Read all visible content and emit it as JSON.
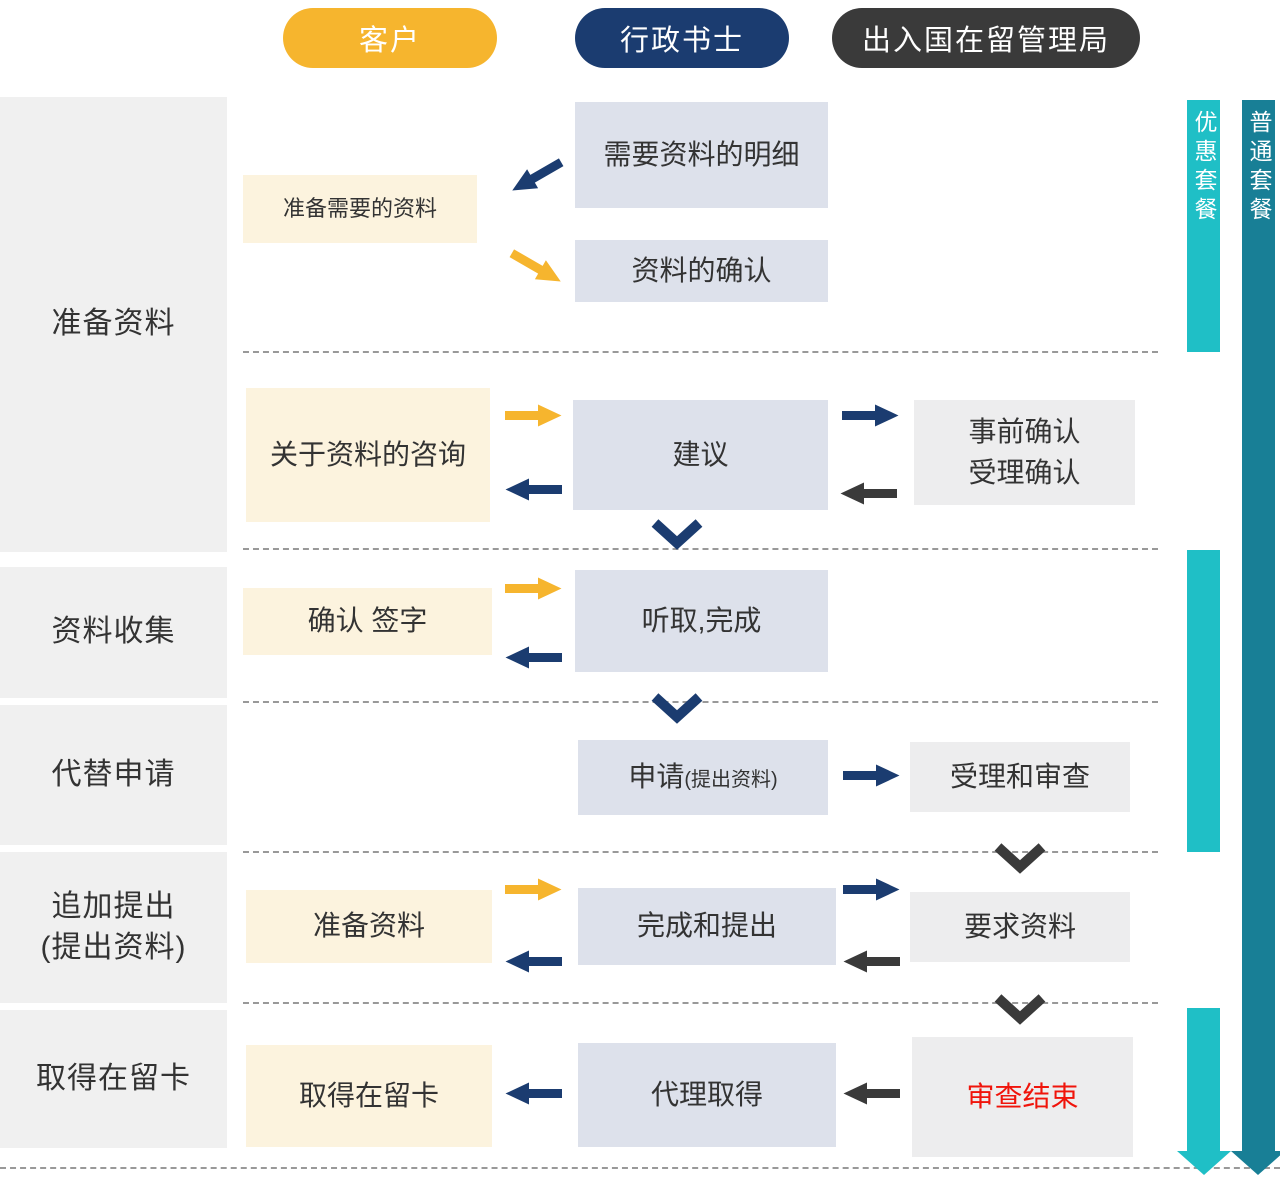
{
  "colors": {
    "customer_yellow": "#F6B52E",
    "scrivener_navy": "#1B3C70",
    "immigration_dark": "#3A3A3A",
    "cream": "#FCF3DE",
    "bluegray": "#DDE1EB",
    "lightgray": "#EDEDEE",
    "stage_gray": "#F0F0F0",
    "teal_light": "#1FBFC6",
    "teal_dark": "#187F96",
    "alert_red": "#F0140B",
    "text_dark": "#333333",
    "dash_gray": "#999999"
  },
  "actors": {
    "customer": "客户",
    "scrivener": "行政书士",
    "immigration": "出入国在留管理局"
  },
  "stages": {
    "s1": "准备资料",
    "s2": "资料收集",
    "s3": "代替申请",
    "s4a": "追加提出",
    "s4b": "(提出资料)",
    "s5": "取得在留卡"
  },
  "packages": {
    "discount": "优惠套餐",
    "regular": "普通套餐"
  },
  "steps": {
    "needed_detail": "需要资料的明细",
    "prepare_needed": "准备需要的资料",
    "docs_confirm": "资料的确认",
    "consult": "关于资料的咨询",
    "advice": "建议",
    "prior_line1": "事前确认",
    "prior_line2": "受理确认",
    "confirm_sign": "确认 签字",
    "listen_complete": "听取,完成",
    "apply": "申请",
    "apply_note": "(提出资料)",
    "accept_review": "受理和审查",
    "prepare_docs": "准备资料",
    "complete_submit": "完成和提出",
    "request_docs": "要求资料",
    "obtain_card": "取得在留卡",
    "proxy_obtain": "代理取得",
    "review_end": "审查结束"
  }
}
